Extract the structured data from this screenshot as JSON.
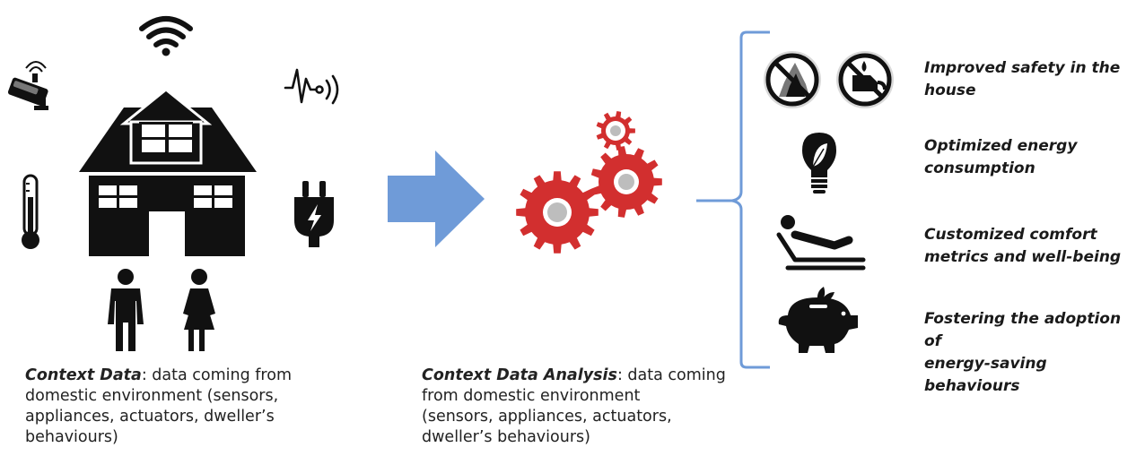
{
  "captions": {
    "context_data": {
      "title": "Context Data",
      "line1_rest": ": data coming from",
      "line2": "domestic environment (sensors,",
      "line3": "appliances, actuators, dweller’s",
      "line4": "behaviours)"
    },
    "context_analysis": {
      "title": "Context Data Analysis",
      "line1_rest": ": data coming",
      "line2": "from domestic environment",
      "line3": "(sensors, appliances, actuators,",
      "line4": "dweller’s behaviours)"
    }
  },
  "outcomes": [
    {
      "line1": "Improved safety in the",
      "line2": "house",
      "icons": [
        "no-fire-icon",
        "no-leak-icon"
      ]
    },
    {
      "line1": "Optimized energy",
      "line2": "consumption",
      "icons": [
        "eco-bulb-icon"
      ]
    },
    {
      "line1": "Customized comfort",
      "line2": "metrics and well-being",
      "icons": [
        "reclining-person-icon"
      ]
    },
    {
      "line1": "Fostering the adoption of",
      "line2": "energy-saving behaviours",
      "icons": [
        "piggy-bank-icon"
      ]
    }
  ],
  "colors": {
    "arrow": "#6f9bd8",
    "gears": "#d22f2f",
    "brace": "#6f9bd8",
    "icons": "#111111"
  }
}
